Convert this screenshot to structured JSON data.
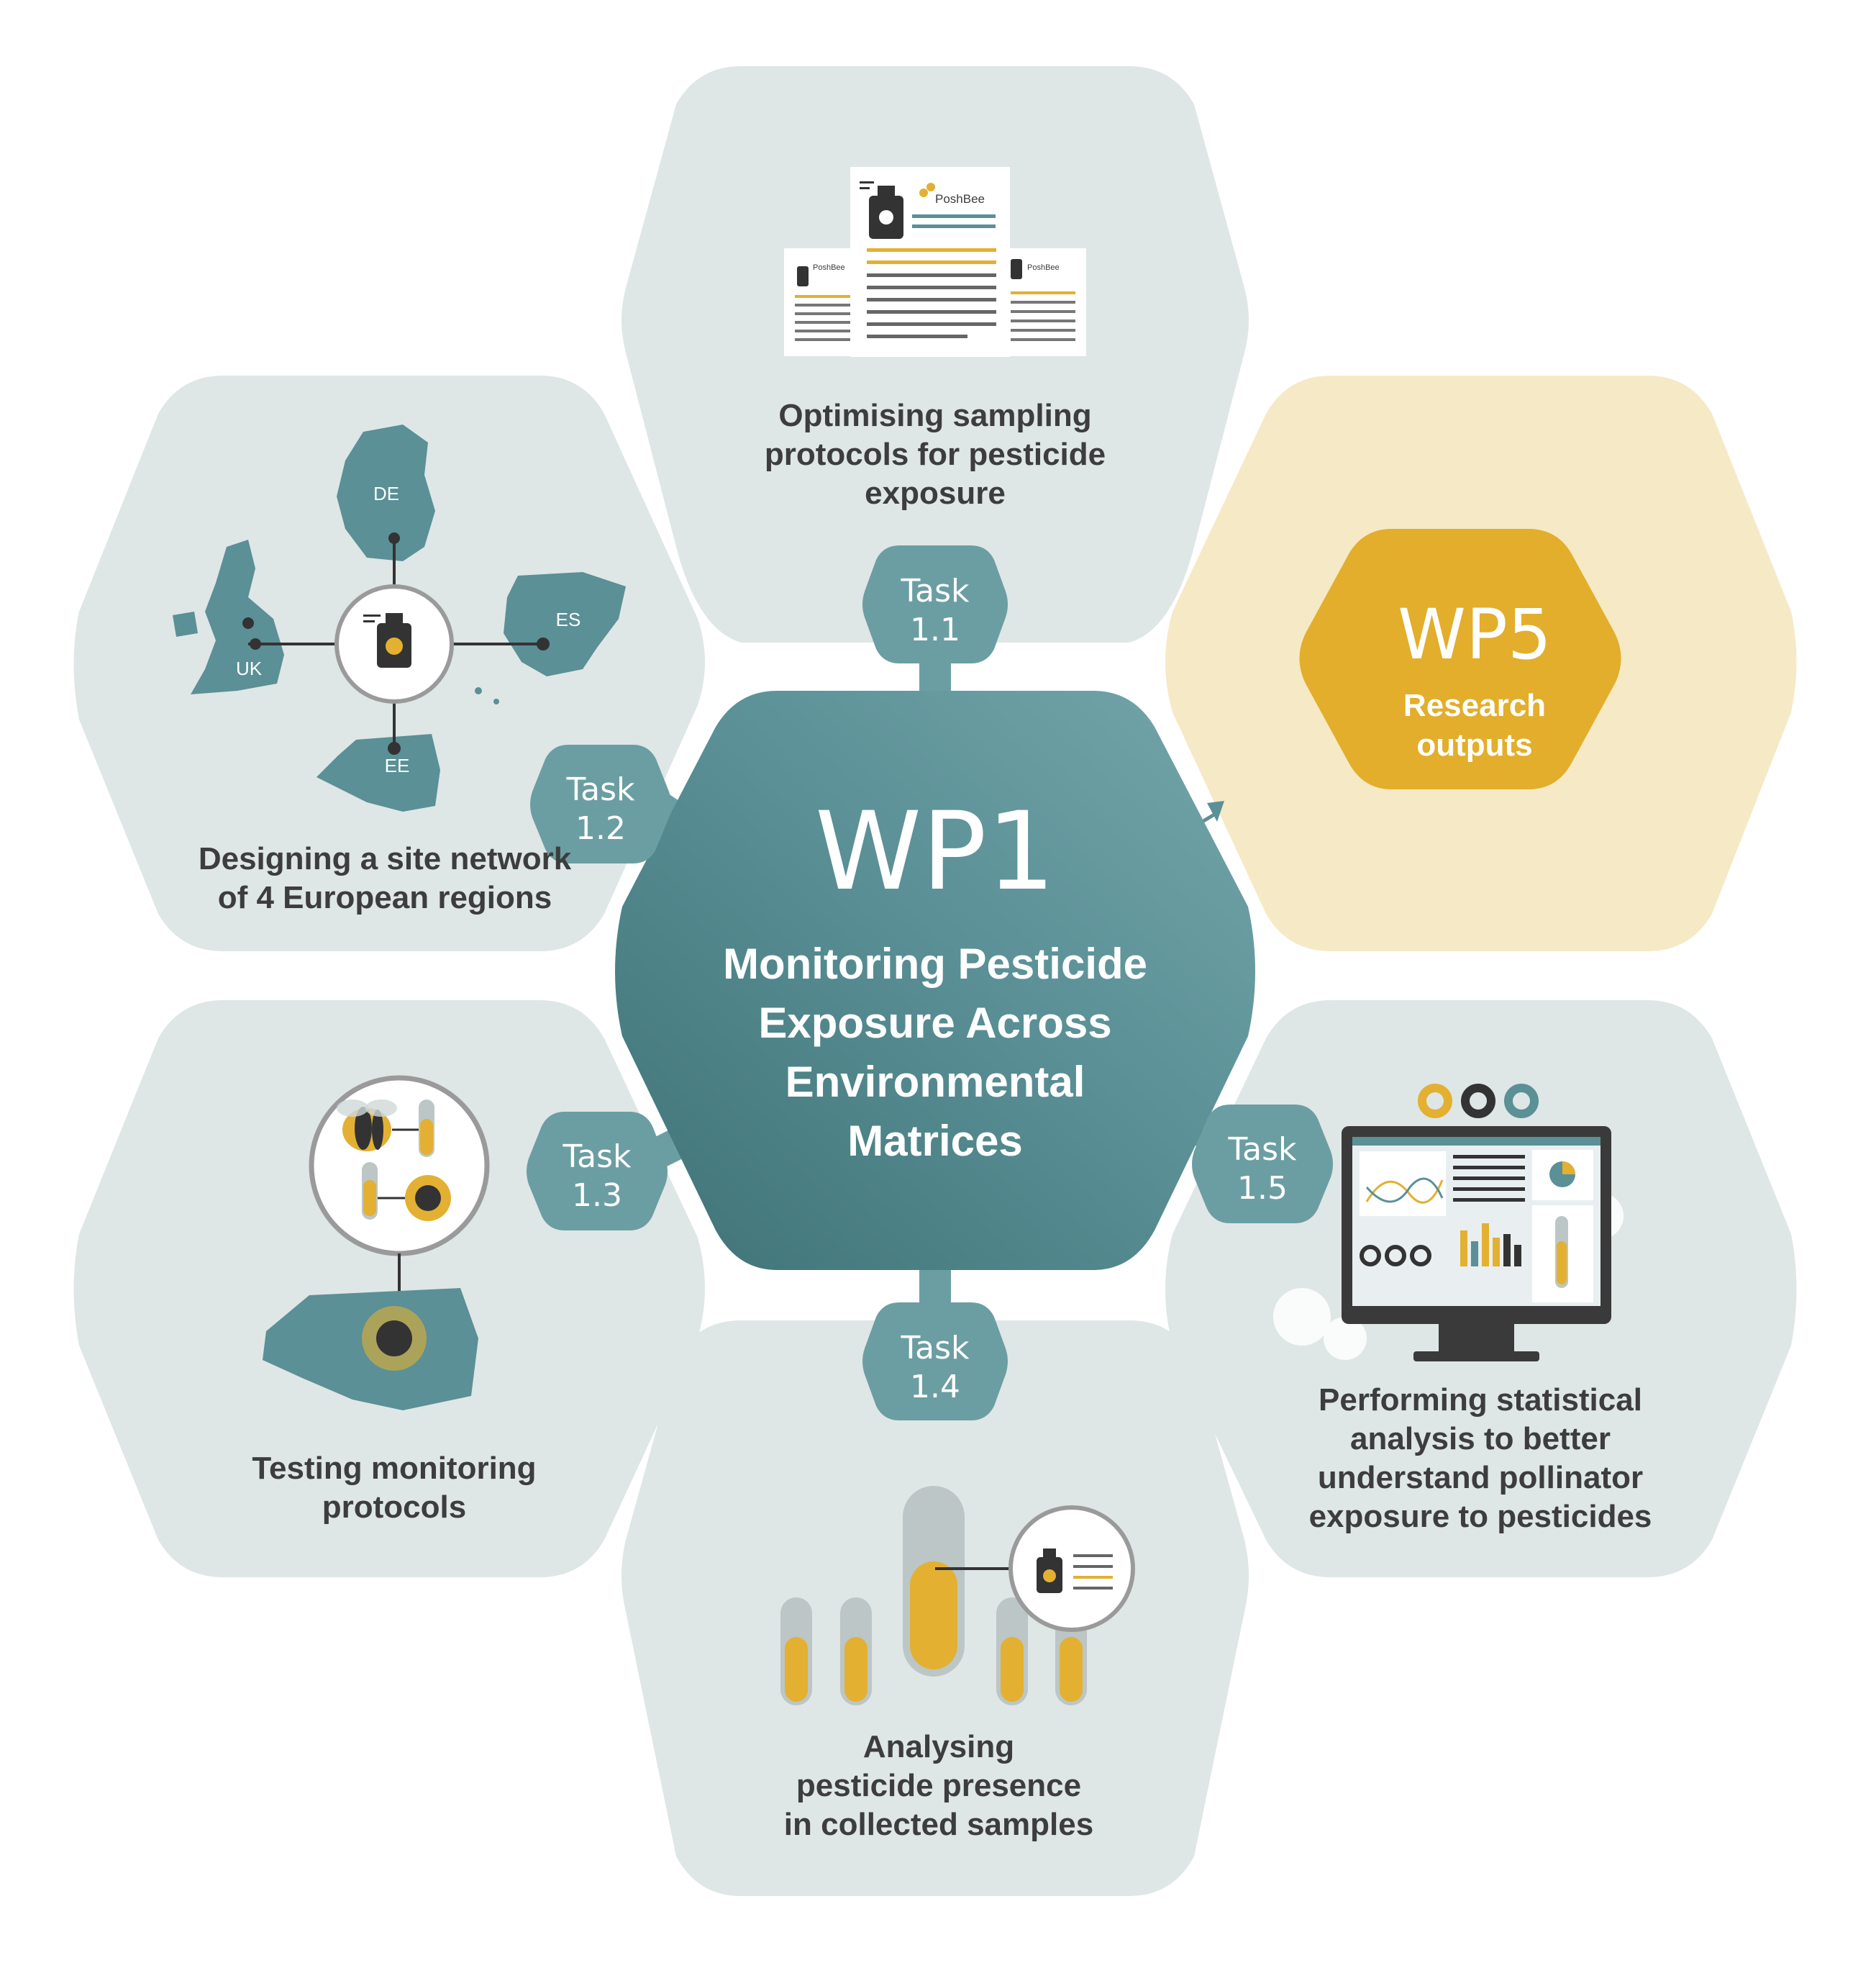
{
  "center": {
    "code": "WP1",
    "title_lines": [
      "Monitoring Pesticide",
      "Exposure Across",
      "Environmental",
      "Matrices"
    ]
  },
  "output": {
    "code": "WP5",
    "title_lines": [
      "Research",
      "outputs"
    ]
  },
  "tasks": [
    {
      "id": "1.1",
      "word": "Task",
      "number": "1.1",
      "caption_lines": [
        "Optimising sampling",
        "protocols for pesticide",
        "exposure"
      ]
    },
    {
      "id": "1.2",
      "word": "Task",
      "number": "1.2",
      "caption_lines": [
        "Designing a site network",
        "of 4 European regions"
      ]
    },
    {
      "id": "1.3",
      "word": "Task",
      "number": "1.3",
      "caption_lines": [
        "Testing monitoring",
        "protocols"
      ]
    },
    {
      "id": "1.4",
      "word": "Task",
      "number": "1.4",
      "caption_lines": [
        "Analysing",
        "pesticide presence",
        "in collected samples"
      ]
    },
    {
      "id": "1.5",
      "word": "Task",
      "number": "1.5",
      "caption_lines": [
        "Performing statistical",
        "analysis to better",
        "understand pollinator",
        "exposure to pesticides"
      ]
    }
  ],
  "regions": {
    "de": "DE",
    "uk": "UK",
    "es": "ES",
    "ee": "EE"
  },
  "brand": {
    "name": "PoshBee"
  },
  "colors": {
    "light_hex": "#dfe6e6",
    "center_hex": "#5a9096",
    "center_hex_dark": "#3e7276",
    "task_badge": "#6b9ea2",
    "output_hex": "#f6e9c6",
    "output_inner": "#e2ae2b",
    "text_dark": "#3d3d3d",
    "amber": "#e3b032",
    "dark_icon": "#333333"
  }
}
